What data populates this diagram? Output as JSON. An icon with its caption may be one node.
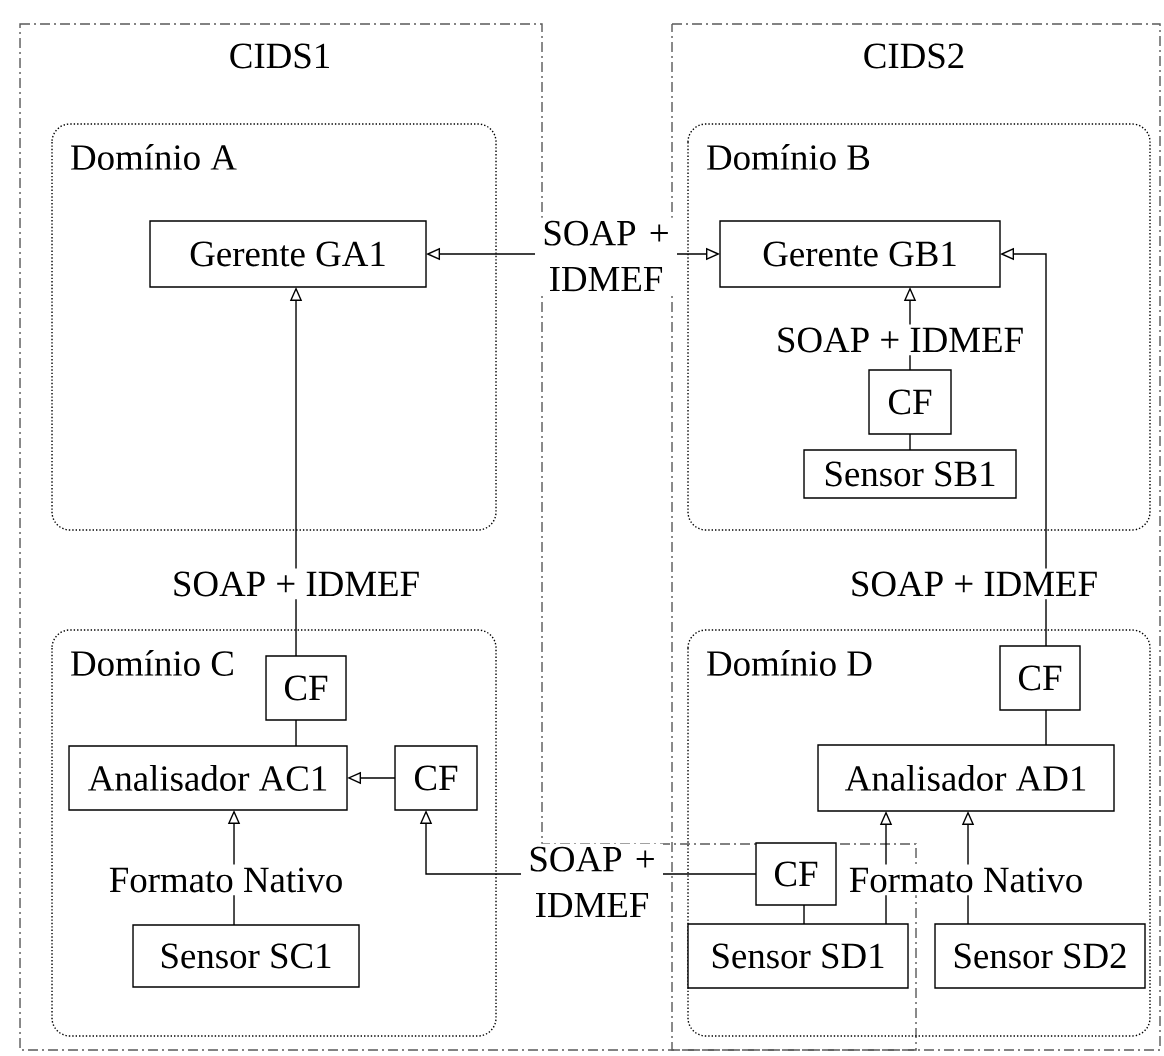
{
  "diagram": {
    "nodes": [
      {
        "text": [
          "CIDS1"
        ]
      },
      {
        "text": [
          "CIDS2"
        ]
      },
      {
        "text": [
          "Domínio A"
        ],
        "in": 0
      },
      {
        "text": [
          "Gerente GA1"
        ],
        "in": 2
      },
      {
        "text": [
          "Domínio B"
        ],
        "in": 1
      },
      {
        "text": [
          "Gerente GB1"
        ],
        "in": 4
      },
      {
        "text": [
          "CF"
        ],
        "in": 4
      },
      {
        "text": [
          "Sensor SB1"
        ],
        "in": 4
      },
      {
        "text": [
          "Domínio C"
        ],
        "in": 0
      },
      {
        "text": [
          "CF"
        ],
        "in": 8
      },
      {
        "text": [
          "Analisador AC1"
        ],
        "in": 8
      },
      {
        "text": [
          "CF"
        ],
        "in": 8
      },
      {
        "text": [
          "Sensor SC1"
        ],
        "in": 8
      },
      {
        "text": [
          "Domínio D"
        ],
        "in": 1
      },
      {
        "text": [
          "CF"
        ],
        "in": 13
      },
      {
        "text": [
          "Analisador AD1"
        ],
        "in": 13
      },
      {
        "text": [
          "CF"
        ]
      },
      {
        "text": [
          "Sensor SD1"
        ]
      },
      {
        "text": [
          "Sensor SD2"
        ],
        "in": 13
      }
    ],
    "edges": [
      {
        "from": 3,
        "to": 5,
        "arrow": "both",
        "label": "SOAP + IDMEF"
      },
      {
        "from": 6,
        "to": 5,
        "arrow": "to",
        "label": "SOAP + IDMEF"
      },
      {
        "from": 7,
        "to": 6,
        "arrow": "none"
      },
      {
        "from": 9,
        "to": 3,
        "arrow": "to",
        "label": "SOAP + IDMEF"
      },
      {
        "from": 10,
        "to": 9,
        "arrow": "none"
      },
      {
        "from": 11,
        "to": 10,
        "arrow": "to"
      },
      {
        "from": 12,
        "to": 10,
        "arrow": "to",
        "label": "Formato Nativo"
      },
      {
        "from": 16,
        "to": 11,
        "arrow": "to",
        "label": "SOAP + IDMEF"
      },
      {
        "from": 17,
        "to": 16,
        "arrow": "none"
      },
      {
        "from": 17,
        "to": 15,
        "arrow": "to",
        "label": "Formato Nativo"
      },
      {
        "from": 18,
        "to": 15,
        "arrow": "to"
      },
      {
        "from": 15,
        "to": 14,
        "arrow": "none"
      },
      {
        "from": 14,
        "to": 5,
        "arrow": "to",
        "label": "SOAP + IDMEF"
      }
    ]
  }
}
